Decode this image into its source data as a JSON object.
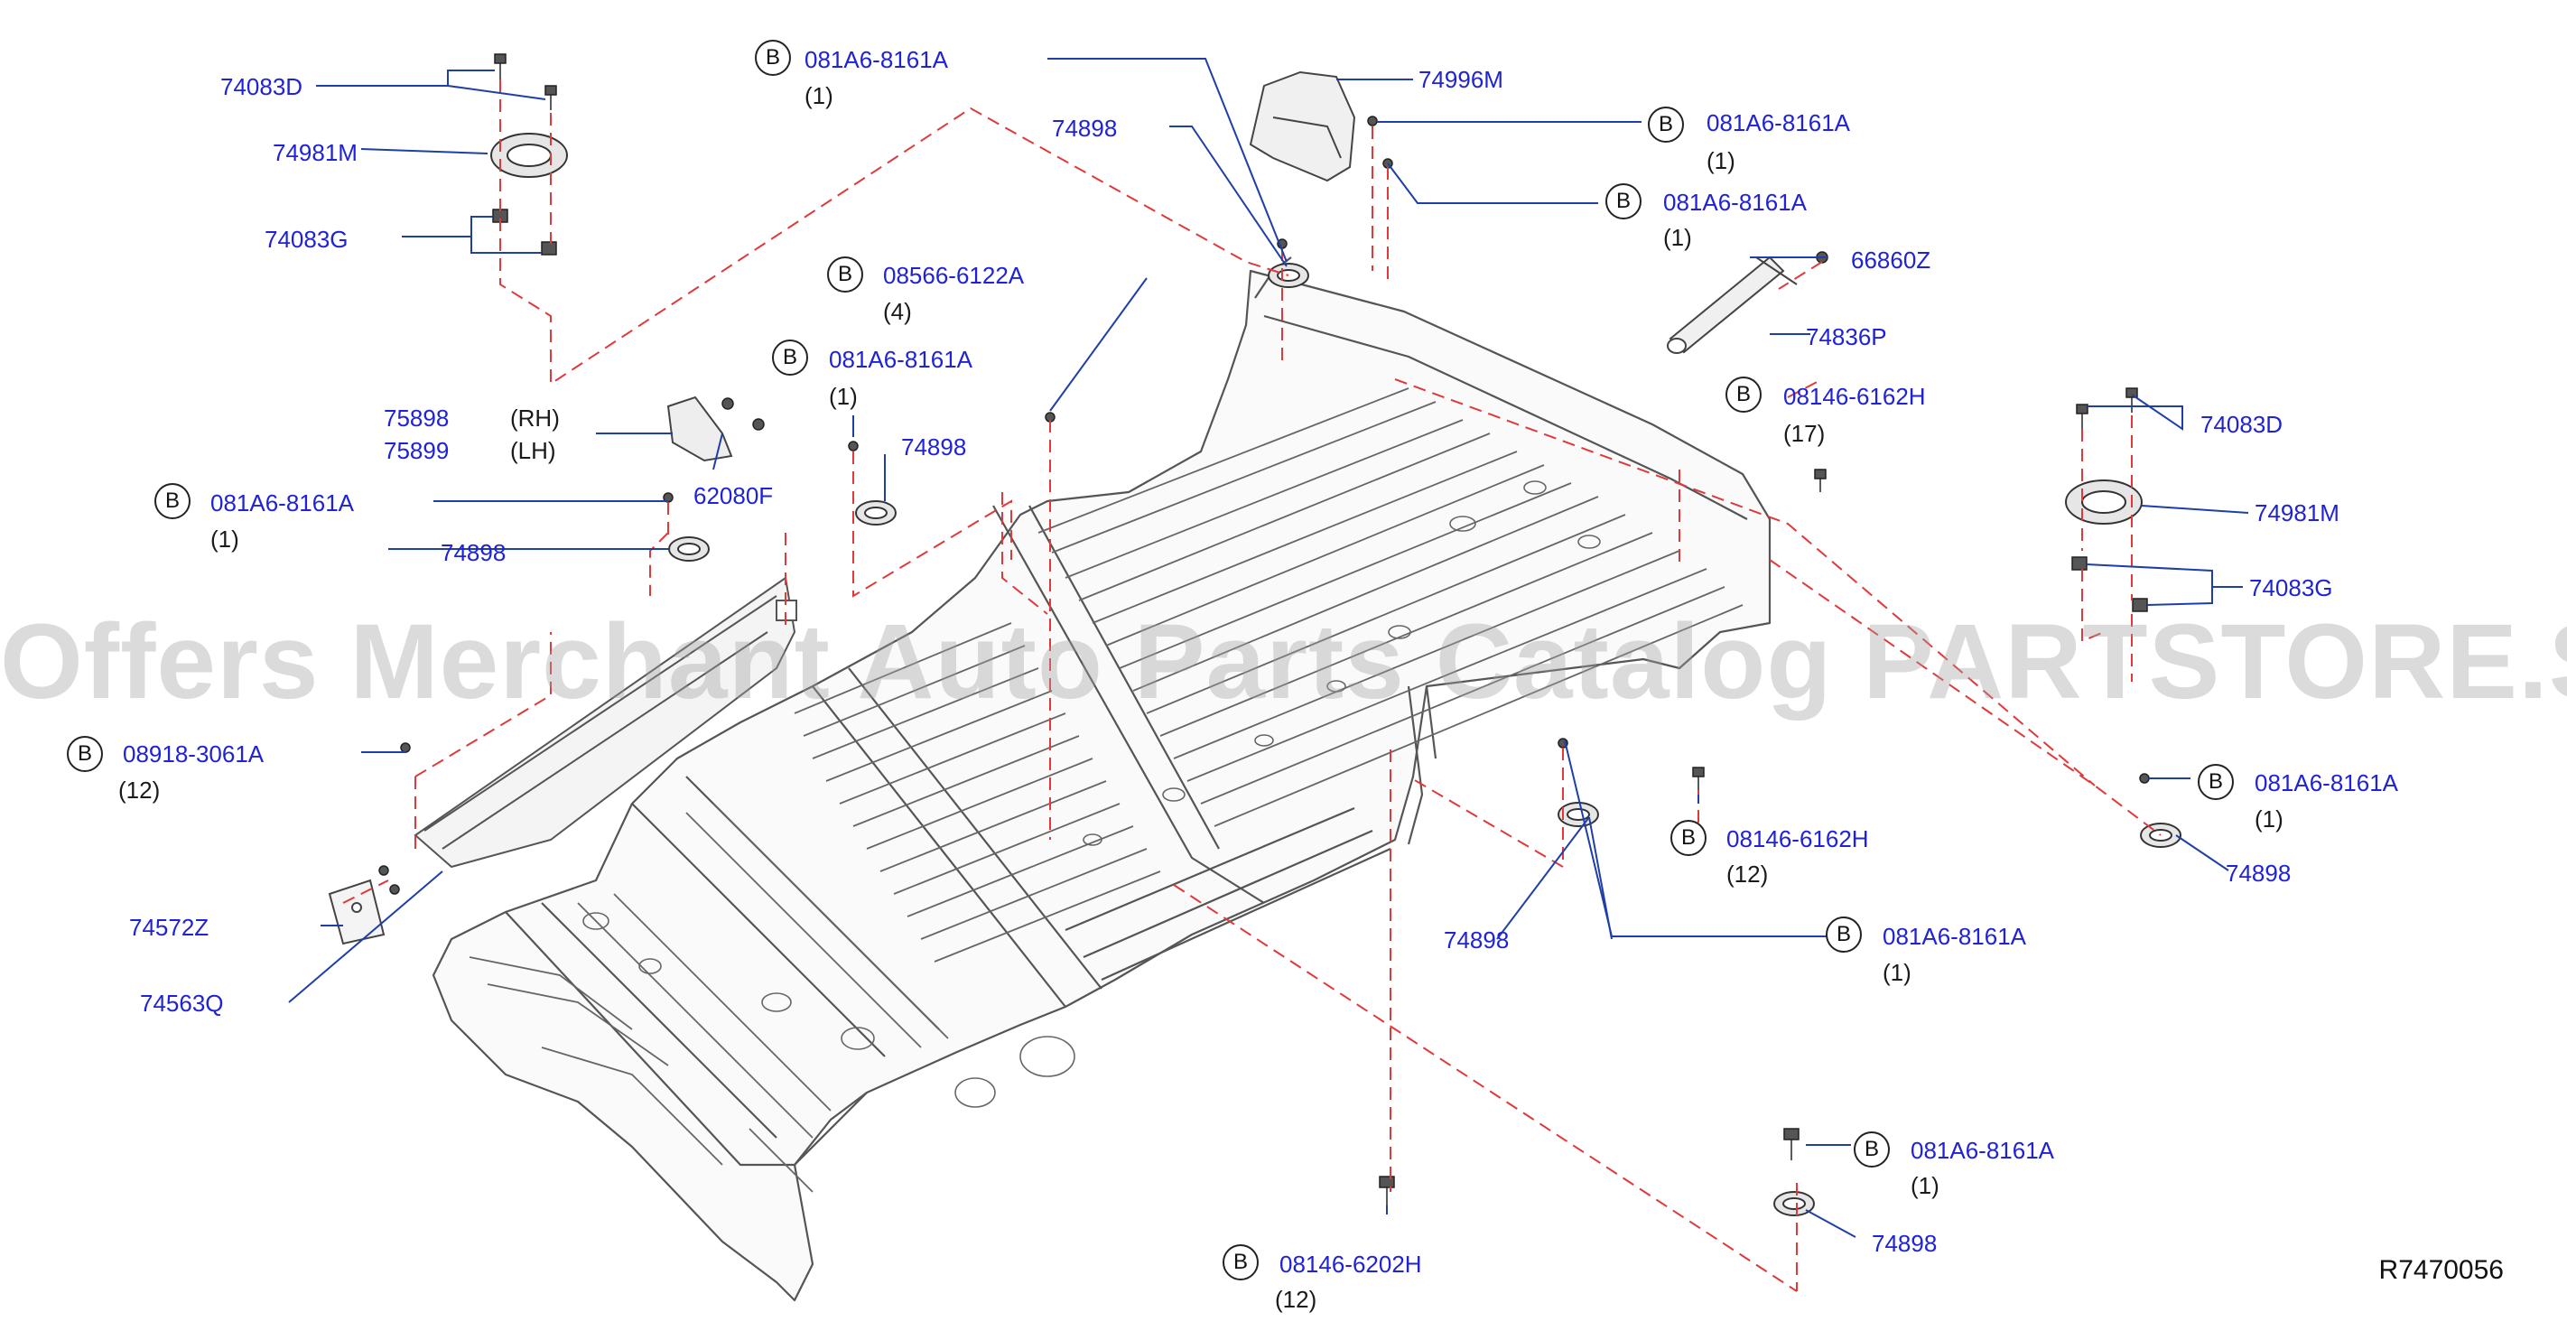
{
  "watermark": "Offers Merchant Auto Parts Catalog PARTSTORE.SA",
  "diagram_ref": "R7470056",
  "colors": {
    "label": "#1f22d6",
    "leader": "#1e3fa8",
    "dash": "#e0393a",
    "outline": "#555555"
  },
  "callouts": {
    "c1": {
      "part": "74083D"
    },
    "c2": {
      "part": "74981M"
    },
    "c3": {
      "part": "74083G"
    },
    "c4": {
      "badge": "B",
      "part": "081A6-8161A",
      "qty": "(1)"
    },
    "c5": {
      "part": "74898"
    },
    "c6": {
      "part": "74996M"
    },
    "c7": {
      "badge": "B",
      "part": "081A6-8161A",
      "qty": "(1)"
    },
    "c8": {
      "badge": "B",
      "part": "081A6-8161A",
      "qty": "(1)"
    },
    "c9": {
      "badge": "B",
      "part": "08566-6122A",
      "qty": "(4)"
    },
    "c10": {
      "part": "66860Z"
    },
    "c11": {
      "part": "74836P"
    },
    "c12": {
      "badge": "B",
      "part": "081A6-8161A",
      "qty": "(1)"
    },
    "c13": {
      "badge": "B",
      "part": "08146-6162H",
      "qty": "(17)"
    },
    "c14": {
      "part": "75898",
      "side": "(RH)"
    },
    "c15": {
      "part": "75899",
      "side": "(LH)"
    },
    "c16": {
      "part": "74898"
    },
    "c17": {
      "part": "62080F"
    },
    "c18": {
      "badge": "B",
      "part": "081A6-8161A",
      "qty": "(1)"
    },
    "c19": {
      "part": "74898"
    },
    "c20": {
      "part": "74083D"
    },
    "c21": {
      "part": "74981M"
    },
    "c22": {
      "part": "74083G"
    },
    "c23": {
      "badge": "B",
      "part": "08918-3061A",
      "qty": "(12)"
    },
    "c24": {
      "badge": "B",
      "part": "081A6-8161A",
      "qty": "(1)"
    },
    "c25": {
      "part": "74898"
    },
    "c26": {
      "badge": "B",
      "part": "08146-6162H",
      "qty": "(12)"
    },
    "c27": {
      "part": "74572Z"
    },
    "c28": {
      "part": "74898"
    },
    "c29": {
      "badge": "B",
      "part": "081A6-8161A",
      "qty": "(1)"
    },
    "c30": {
      "part": "74563Q"
    },
    "c31": {
      "badge": "B",
      "part": "081A6-8161A",
      "qty": "(1)"
    },
    "c32": {
      "part": "74898"
    },
    "c33": {
      "badge": "B",
      "part": "08146-6202H",
      "qty": "(12)"
    }
  }
}
